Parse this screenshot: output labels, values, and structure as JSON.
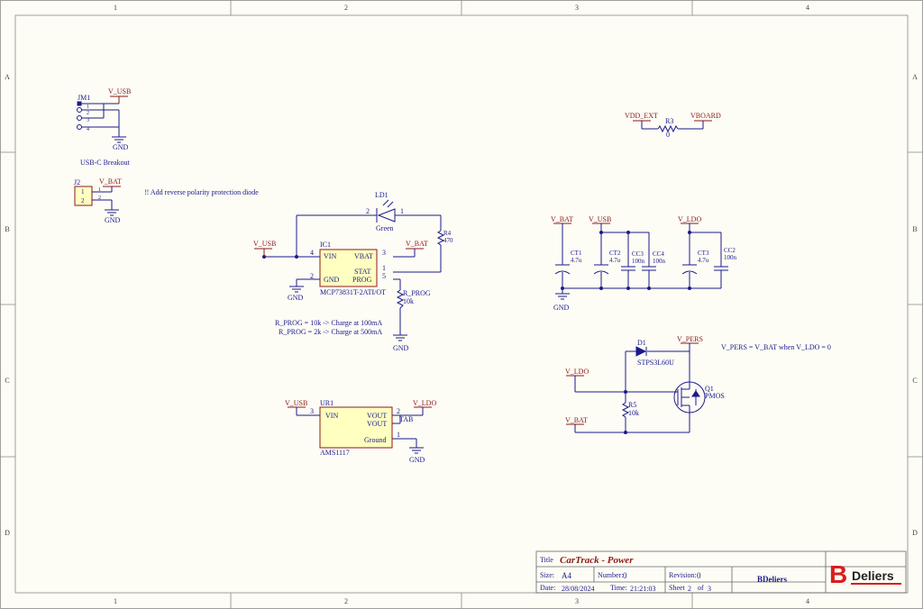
{
  "frame": {
    "cols": [
      "1",
      "2",
      "3",
      "4"
    ],
    "rows": [
      "A",
      "B",
      "C",
      "D"
    ]
  },
  "nets": {
    "v_usb": "V_USB",
    "v_bat": "V_BAT",
    "v_ldo": "V_LDO",
    "v_pers": "V_PERS",
    "vdd_ext": "VDD_EXT",
    "vboard": "VBOARD",
    "gnd": "GND"
  },
  "components": {
    "jm1": {
      "ref": "JM1",
      "pins": [
        "1",
        "2",
        "3",
        "4"
      ],
      "caption": "USB-C Breakout"
    },
    "j2": {
      "ref": "J2",
      "pins": [
        "1",
        "2"
      ],
      "pin_left": [
        "1",
        "2"
      ]
    },
    "ic1": {
      "ref": "IC1",
      "part": "MCP73831T-2ATI/OT",
      "vin": "VIN",
      "vbat": "VBAT",
      "stat": "STAT",
      "gnd": "GND",
      "prog": "PROG",
      "p4": "4",
      "p3": "3",
      "p1": "1",
      "p5": "5",
      "p2": "2"
    },
    "ld1": {
      "ref": "LD1",
      "value": "Green",
      "p2": "2",
      "p1": "1"
    },
    "r4": {
      "ref": "R4",
      "value": "470"
    },
    "rprog": {
      "ref": "R_PROG",
      "value": "10k"
    },
    "ur1": {
      "ref": "UR1",
      "part": "AMS1117",
      "vin": "VIN",
      "vout1": "VOUT",
      "vout2": "VOUT",
      "ground": "Ground",
      "p3": "3",
      "p2": "2",
      "tab": "TAB",
      "p1": "1"
    },
    "r3": {
      "ref": "R3",
      "value": "0"
    },
    "ct1": {
      "ref": "CT1",
      "value": "4.7u"
    },
    "ct2": {
      "ref": "CT2",
      "value": "4.7u"
    },
    "cc3": {
      "ref": "CC3",
      "value": "100n"
    },
    "cc4": {
      "ref": "CC4",
      "value": "100n"
    },
    "ct3": {
      "ref": "CT3",
      "value": "4.7u"
    },
    "cc2": {
      "ref": "CC2",
      "value": "100n"
    },
    "d1": {
      "ref": "D1",
      "value": "STPS3L60U"
    },
    "q1": {
      "ref": "Q1",
      "value": "PMOS"
    },
    "r5": {
      "ref": "R5",
      "value": "10k"
    }
  },
  "notes": {
    "reverse_polarity": "!! Add reverse polarity protection diode",
    "prog1": "R_PROG = 10k -> Charge at 100mA",
    "prog2": "R_PROG = 2k -> Charge at 500mA",
    "vpers": "V_PERS = V_BAT when V_LDO = 0"
  },
  "title_block": {
    "title_label": "Title",
    "title": "CarTrack - Power",
    "size_label": "Size:",
    "size": "A4",
    "number_label": "Number:",
    "number": "0",
    "revision_label": "Revision:",
    "revision": "0",
    "company": "BDeliers",
    "date_label": "Date:",
    "date": "28/08/2024",
    "time_label": "Time:",
    "time": "21:21:03",
    "sheet_label": "Sheet",
    "sheet": "2",
    "of_label": "of",
    "total": "3",
    "logo_text": "Deliers",
    "logo_letter": "B"
  },
  "colors": {
    "wire": "#1a1a8c",
    "power": "#8b1a1a",
    "body": "#ffffc0",
    "border": "#8b1a1a",
    "logo": "#d81e1e"
  }
}
